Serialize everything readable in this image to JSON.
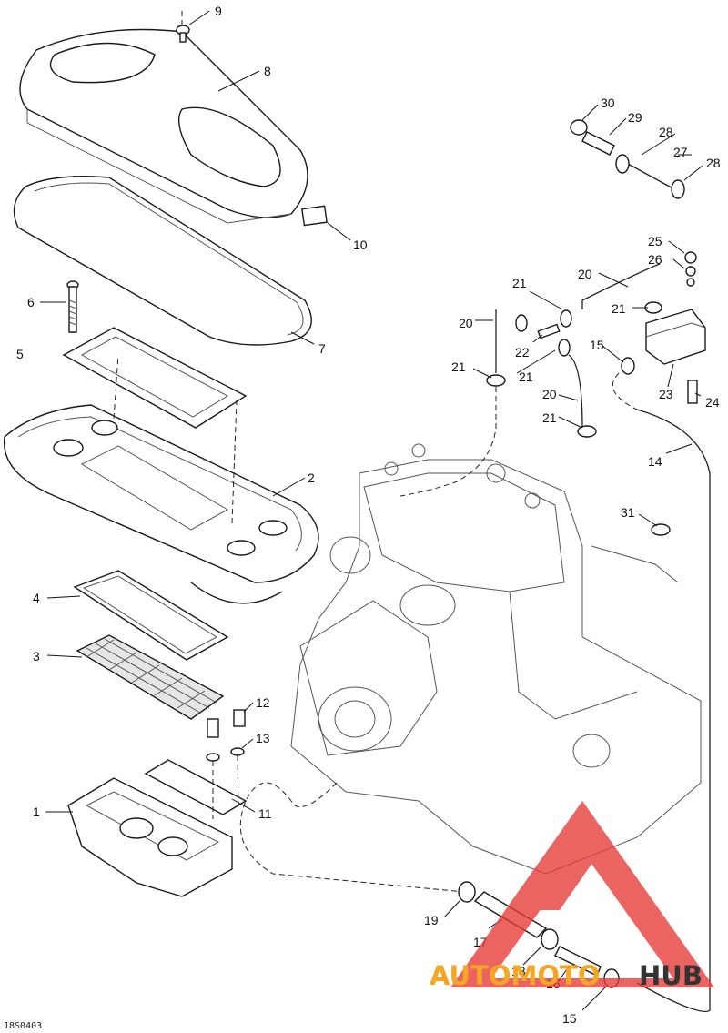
{
  "diagram_code": "18S0403",
  "callouts": [
    "1",
    "2",
    "3",
    "4",
    "5",
    "6",
    "7",
    "8",
    "9",
    "10",
    "11",
    "12",
    "13",
    "14",
    "15",
    "16",
    "17",
    "18",
    "19",
    "20",
    "21",
    "22",
    "23",
    "24",
    "25",
    "26",
    "27",
    "28",
    "29",
    "30",
    "31"
  ],
  "watermark": {
    "brand_part_1": "AUTOMOTO",
    "brand_part_2": "HUB",
    "color_red": "#e53935",
    "color_orange": "#f5a623",
    "color_dark": "#333333"
  }
}
